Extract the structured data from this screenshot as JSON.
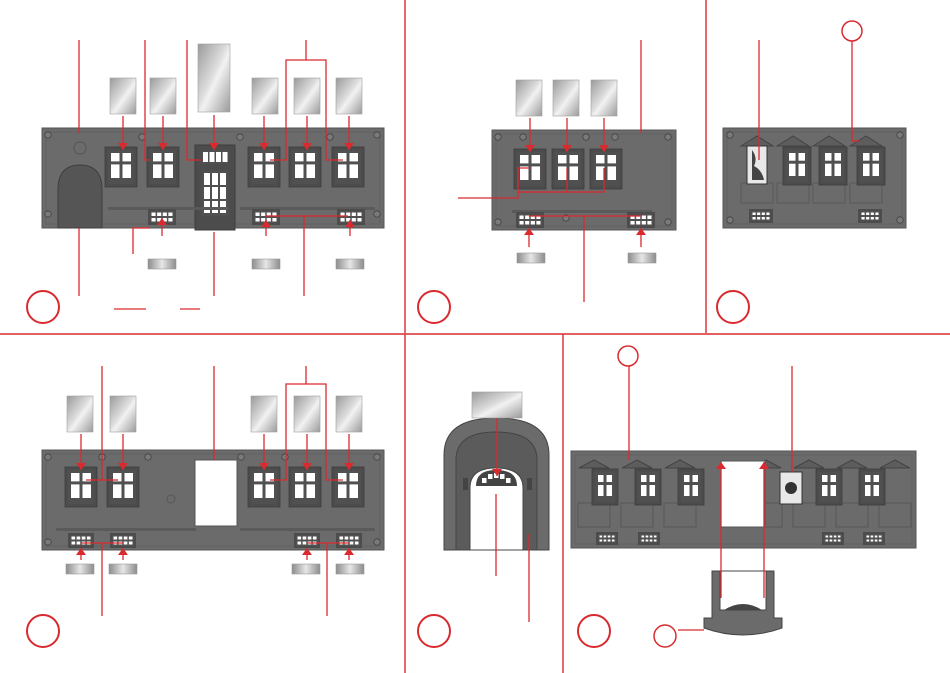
{
  "title": "",
  "colors": {
    "accent": "#d92a2f",
    "wall": "#6b6b6b",
    "wall_edge": "#555555",
    "recess": "#4c4c4c",
    "glass": "#ffffff",
    "glazing_panel": "#b8b8b8",
    "frame": "#505050"
  },
  "panels": [
    {
      "id": "step-1",
      "step_number": ""
    },
    {
      "id": "step-2",
      "step_number": ""
    },
    {
      "id": "step-3",
      "step_number": ""
    },
    {
      "id": "step-4",
      "step_number": ""
    },
    {
      "id": "step-5",
      "step_number": ""
    },
    {
      "id": "step-6",
      "step_number": ""
    }
  ],
  "callout_circles": [
    {
      "id": "callout-a",
      "label": ""
    },
    {
      "id": "callout-b",
      "label": ""
    },
    {
      "id": "callout-c",
      "label": ""
    }
  ]
}
